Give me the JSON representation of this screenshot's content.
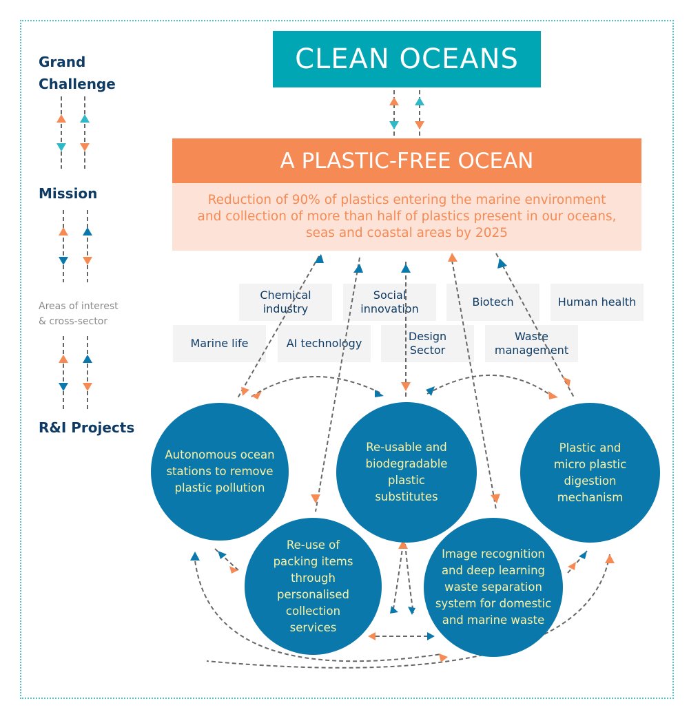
{
  "sidebar": {
    "grand_challenge": [
      "Grand",
      "Challenge"
    ],
    "mission": "Mission",
    "areas": [
      "Areas of interest",
      "& cross-sector"
    ],
    "projects": "R&I Projects"
  },
  "challenge": {
    "title": "CLEAN OCEANS"
  },
  "mission": {
    "title": "A PLASTIC-FREE OCEAN",
    "description": [
      "Reduction of 90% of plastics entering the marine environment",
      "and collection of more than half of plastics present in our oceans,",
      "seas and coastal areas by 2025"
    ]
  },
  "areas": [
    "Chemical industry",
    "Social innovation",
    "Biotech",
    "Human health",
    "Marine life",
    "AI technology",
    "Design Sector",
    "Waste management"
  ],
  "projects": [
    "Autonomous ocean stations to remove plastic pollution",
    "Re-usable and biodegradable plastic substitutes",
    "Plastic and micro plastic digestion mechanism",
    "Re-use of packing items through personalised collection services",
    "Image recognition and deep learning waste separation system for domestic and marine waste"
  ],
  "colors": {
    "teal": "#00a6b4",
    "orange": "#f58a55",
    "peach": "#fde3d7",
    "blue": "#0a78aa",
    "navy": "#0e3a63",
    "yellow_text": "#fdf2a0"
  }
}
